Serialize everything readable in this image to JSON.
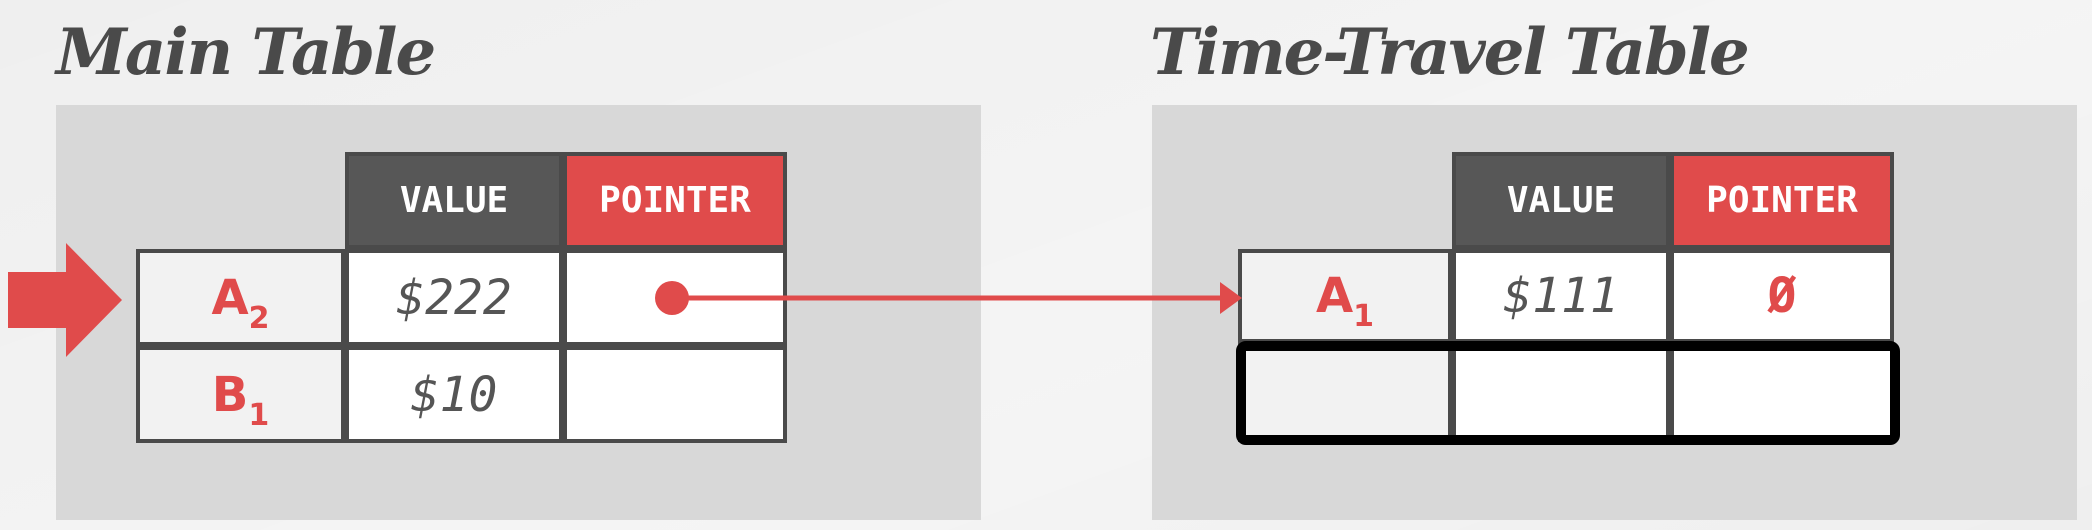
{
  "main_table": {
    "title": "Main Table",
    "headers": {
      "value": "VALUE",
      "pointer": "POINTER"
    },
    "rows": [
      {
        "key": "A",
        "key_sub": "2",
        "value": "$222",
        "pointer": ""
      },
      {
        "key": "B",
        "key_sub": "1",
        "value": "$10",
        "pointer": ""
      }
    ]
  },
  "time_travel_table": {
    "title": "Time-Travel Table",
    "headers": {
      "value": "VALUE",
      "pointer": "POINTER"
    },
    "rows": [
      {
        "key": "A",
        "key_sub": "1",
        "value": "$111",
        "pointer": "Ø"
      },
      {
        "key": "",
        "key_sub": "",
        "value": "",
        "pointer": ""
      }
    ]
  },
  "colors": {
    "accent_red": "#e04b4b",
    "header_dark": "#575757",
    "panel_gray": "#d8d8d8",
    "border_dark": "#4a4a4a"
  }
}
